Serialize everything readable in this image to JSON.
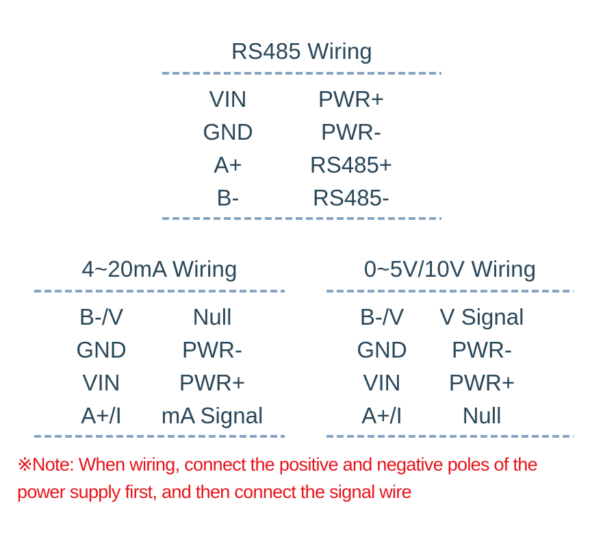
{
  "colors": {
    "text": "#2a4759",
    "divider": "#85a4c0",
    "note": "#e8121a",
    "background": "#ffffff"
  },
  "sections": [
    {
      "title": "RS485 Wiring",
      "rows": [
        {
          "left": "VIN",
          "right": "PWR+"
        },
        {
          "left": "GND",
          "right": "PWR-"
        },
        {
          "left": "A+",
          "right": "RS485+"
        },
        {
          "left": "B-",
          "right": "RS485-"
        }
      ]
    },
    {
      "title": "4~20mA Wiring",
      "rows": [
        {
          "left": "B-/V",
          "right": "Null"
        },
        {
          "left": "GND",
          "right": "PWR-"
        },
        {
          "left": "VIN",
          "right": "PWR+"
        },
        {
          "left": "A+/I",
          "right": "mA Signal"
        }
      ]
    },
    {
      "title": "0~5V/10V Wiring",
      "rows": [
        {
          "left": "B-/V",
          "right": "V Signal"
        },
        {
          "left": "GND",
          "right": "PWR-"
        },
        {
          "left": "VIN",
          "right": "PWR+"
        },
        {
          "left": "A+/I",
          "right": "Null"
        }
      ]
    }
  ],
  "note": {
    "lines": [
      "※Note: When wiring, connect the positive and negative poles of the",
      "power supply first, and then connect the signal wire"
    ]
  }
}
